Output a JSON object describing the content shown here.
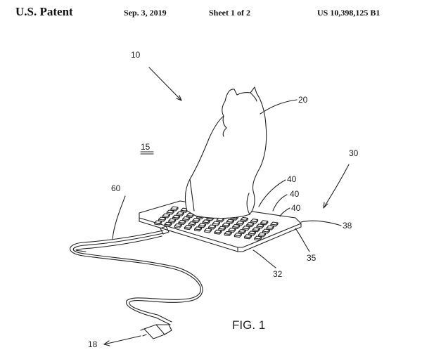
{
  "header": {
    "publication": "U.S. Patent",
    "date": "Sep. 3, 2019",
    "sheet": "Sheet 1 of 2",
    "patent_number": "US 10,398,125 B1"
  },
  "figure": {
    "label": "FIG. 1",
    "refs": {
      "r10": "10",
      "r15": "15",
      "r18": "18",
      "r20": "20",
      "r30": "30",
      "r32": "32",
      "r35": "35",
      "r38": "38",
      "r40a": "40",
      "r40b": "40",
      "r40c": "40",
      "r60": "60"
    }
  }
}
